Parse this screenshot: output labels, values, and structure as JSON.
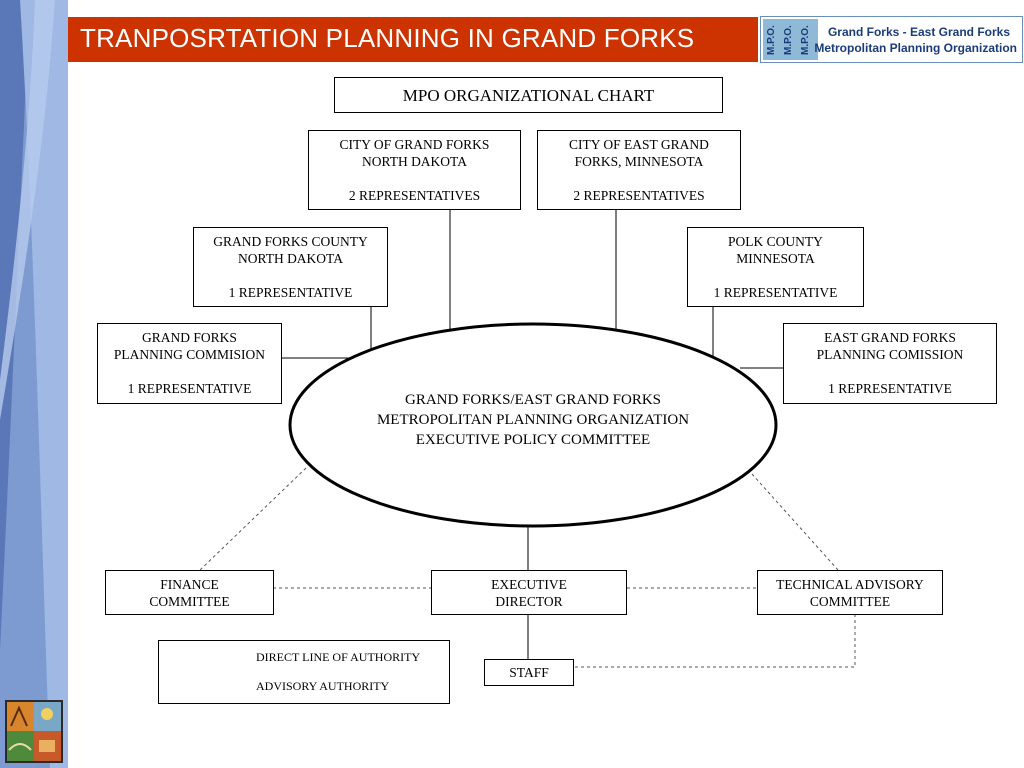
{
  "slide": {
    "title": "TRANPOSRTATION PLANNING IN GRAND FORKS",
    "title_bg_color": "#cc3300",
    "title_text_color": "#ffffff"
  },
  "logo": {
    "mpo_marks": [
      "M.P.O.",
      "M.P.O.",
      "M.P.O."
    ],
    "line1": "Grand Forks - East Grand Forks",
    "line2": "Metropolitan Planning Organization",
    "color": "#1a3d7a"
  },
  "chart": {
    "title": "MPO ORGANIZATIONAL CHART",
    "members": {
      "city_gf": {
        "line1": "CITY OF GRAND FORKS",
        "line2": "NORTH DAKOTA",
        "reps": "2 REPRESENTATIVES"
      },
      "city_egf": {
        "line1": "CITY OF EAST GRAND",
        "line2": "FORKS, MINNESOTA",
        "reps": "2 REPRESENTATIVES"
      },
      "gf_county": {
        "line1": "GRAND FORKS COUNTY",
        "line2": "NORTH DAKOTA",
        "reps": "1 REPRESENTATIVE"
      },
      "polk_county": {
        "line1": "POLK COUNTY",
        "line2": "MINNESOTA",
        "reps": "1 REPRESENTATIVE"
      },
      "gf_planning": {
        "line1": "GRAND FORKS",
        "line2": "PLANNING COMMISION",
        "reps": "1 REPRESENTATIVE"
      },
      "egf_planning": {
        "line1": "EAST GRAND FORKS",
        "line2": "PLANNING COMISSION",
        "reps": "1 REPRESENTATIVE"
      }
    },
    "executive_committee": {
      "line1": "GRAND FORKS/EAST GRAND FORKS",
      "line2": "METROPOLITAN PLANNING ORGANIZATION",
      "line3": "EXECUTIVE POLICY COMMITTEE"
    },
    "finance": {
      "line1": "FINANCE",
      "line2": "COMMITTEE"
    },
    "executive_director": {
      "line1": "EXECUTIVE",
      "line2": "DIRECTOR"
    },
    "technical": {
      "line1": "TECHNICAL ADVISORY",
      "line2": "COMMITTEE"
    },
    "staff": "STAFF",
    "legend": {
      "direct": "DIRECT LINE OF AUTHORITY",
      "advisory": "ADVISORY AUTHORITY"
    }
  }
}
